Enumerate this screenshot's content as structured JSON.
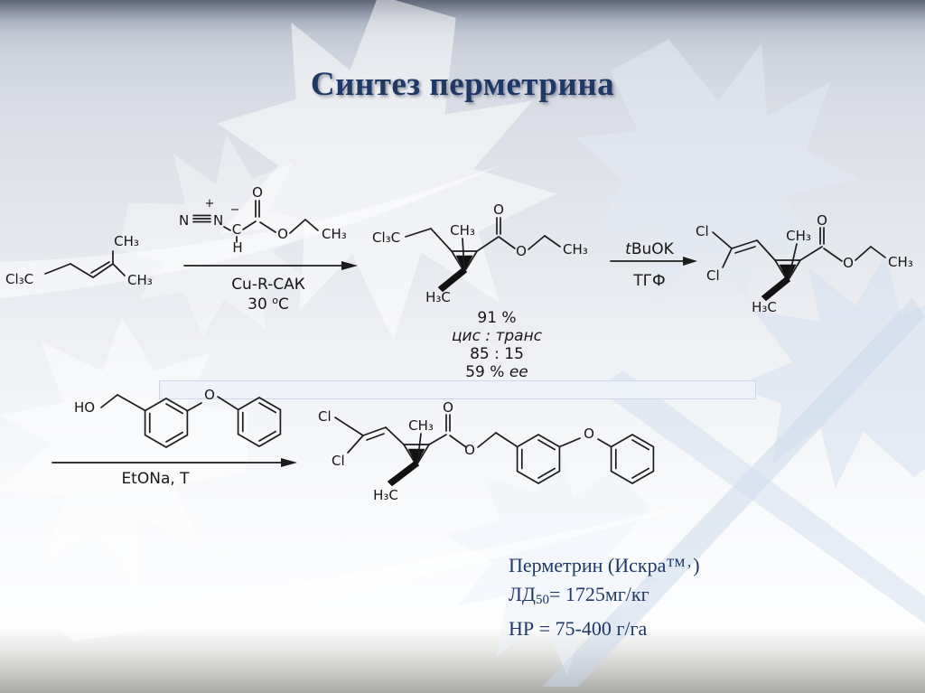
{
  "title": "Синтез перметрина",
  "colors": {
    "title_text": "#1f3864",
    "body_text": "#1f3864",
    "structure_ink": "#1c1c1c"
  },
  "structures": {
    "reactant_alkene": {
      "ccl3": "Cl₃C",
      "ch3_top": "CH₃",
      "ch3_right": "CH₃"
    },
    "diazo_ester": {
      "n_left": "N",
      "n_right": "N",
      "charge_plus": "+",
      "charge_minus": "−",
      "carbon": "C",
      "hydrogen": "H",
      "o_carbonyl": "O",
      "o_ester": "O",
      "ch3": "CH₃"
    },
    "cyclopropane_ester": {
      "ccl3": "Cl₃C",
      "ch3_top": "CH₃",
      "h3c_bottom": "H₃C",
      "o_carbonyl": "O",
      "o_ester": "O",
      "ch3_end": "CH₃"
    },
    "dichlorovinyl_ester": {
      "cl_top": "Cl",
      "cl_bottom": "Cl",
      "ch3_top": "CH₃",
      "h3c_bottom": "H₃C",
      "o_carbonyl": "O",
      "o_ester": "O",
      "ch3_end": "CH₃"
    },
    "phenoxybenzyl_alcohol": {
      "ho": "HO",
      "o_bridge": "O"
    },
    "permethrin": {
      "cl_top": "Cl",
      "cl_bottom": "Cl",
      "ch3_top": "CH₃",
      "h3c_bottom": "H₃C",
      "o_carbonyl": "O",
      "o_ester": "O",
      "o_bridge": "O"
    }
  },
  "step1": {
    "catalyst": "Cu-R-САК",
    "temp_prefix": "30 ",
    "temp_sup": "о",
    "temp_suffix": "C"
  },
  "step1_results": {
    "yield": "91 %",
    "ratio_label": "цис : транс",
    "ratio_value": "85 : 15",
    "ee_prefix": "59 % ",
    "ee_italic": "ee"
  },
  "step2": {
    "base_italic": "t",
    "base_rest": "BuOK",
    "solvent": "ТГФ"
  },
  "step3": {
    "conditions": "EtONa, T"
  },
  "product_info": {
    "line1_prefix": "Перметрин (Искра™",
    "line1_comma": ",",
    "line1_suffix": ")",
    "ld_label": "ЛД",
    "ld_sub": "50",
    "ld_value": "= 1725мг/кг",
    "rate": "НР = 75-400 г/га"
  }
}
